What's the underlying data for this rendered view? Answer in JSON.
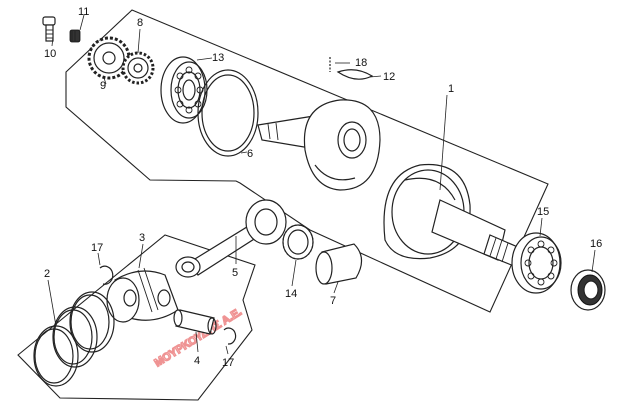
{
  "diagram": {
    "callouts": [
      {
        "id": "c1",
        "label": "1"
      },
      {
        "id": "c2",
        "label": "2"
      },
      {
        "id": "c3",
        "label": "3"
      },
      {
        "id": "c4",
        "label": "4"
      },
      {
        "id": "c5",
        "label": "5"
      },
      {
        "id": "c6",
        "label": "6"
      },
      {
        "id": "c7",
        "label": "7"
      },
      {
        "id": "c8",
        "label": "8"
      },
      {
        "id": "c9",
        "label": "9"
      },
      {
        "id": "c10",
        "label": "10"
      },
      {
        "id": "c11",
        "label": "11"
      },
      {
        "id": "c12",
        "label": "12"
      },
      {
        "id": "c13",
        "label": "13"
      },
      {
        "id": "c14",
        "label": "14"
      },
      {
        "id": "c15",
        "label": "15"
      },
      {
        "id": "c16",
        "label": "16"
      },
      {
        "id": "c17a",
        "label": "17"
      },
      {
        "id": "c17b",
        "label": "17"
      },
      {
        "id": "c18",
        "label": "18"
      }
    ],
    "watermark": {
      "text": "ΜΟΥΡΚΟΥΔΗΣ Α.Ε.",
      "color": "#e23b3b"
    }
  }
}
